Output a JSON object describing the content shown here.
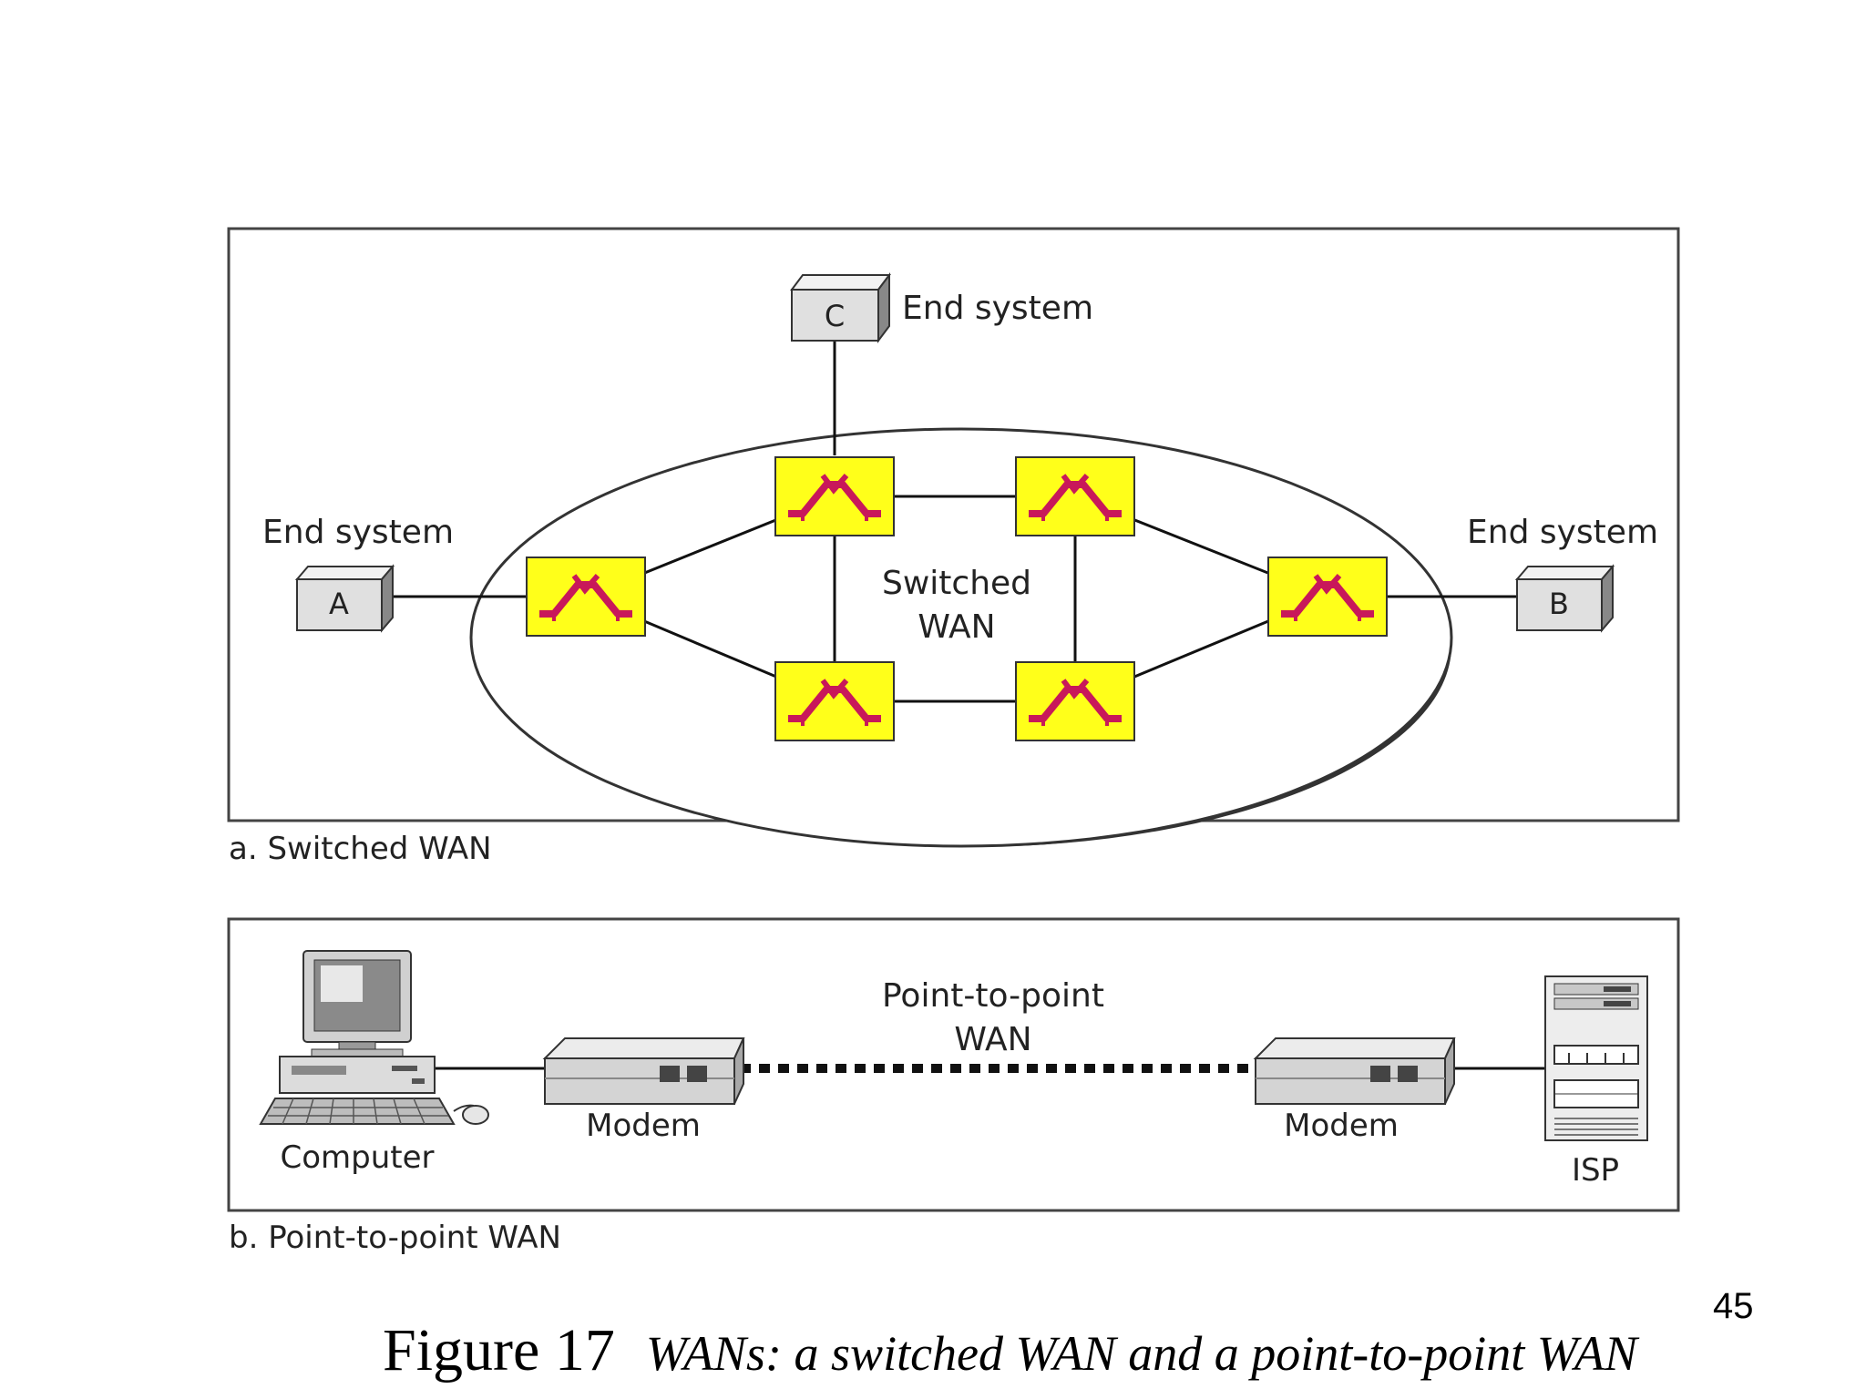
{
  "switched_panel": {
    "caption": "a. Switched WAN",
    "center_label": [
      "Switched",
      "WAN"
    ],
    "end_systems": [
      {
        "letter": "C",
        "label": "End system"
      },
      {
        "letter": "A",
        "label": "End system"
      },
      {
        "letter": "B",
        "label": "End system"
      }
    ],
    "switch_count": 6
  },
  "p2p_panel": {
    "caption": "b. Point-to-point WAN",
    "center_label": [
      "Point-to-point",
      "WAN"
    ],
    "devices": {
      "computer": "Computer",
      "modem_left": "Modem",
      "modem_right": "Modem",
      "isp": "ISP"
    }
  },
  "page_number": "45",
  "figure": {
    "number": "Figure 17",
    "caption": "WANs: a switched WAN and a point-to-point WAN"
  },
  "colors": {
    "switch_fill": "#ffff1a",
    "switch_symbol": "#c8185a",
    "end_box": "#e0e0e0",
    "modem_body": "#d4d4d4"
  }
}
